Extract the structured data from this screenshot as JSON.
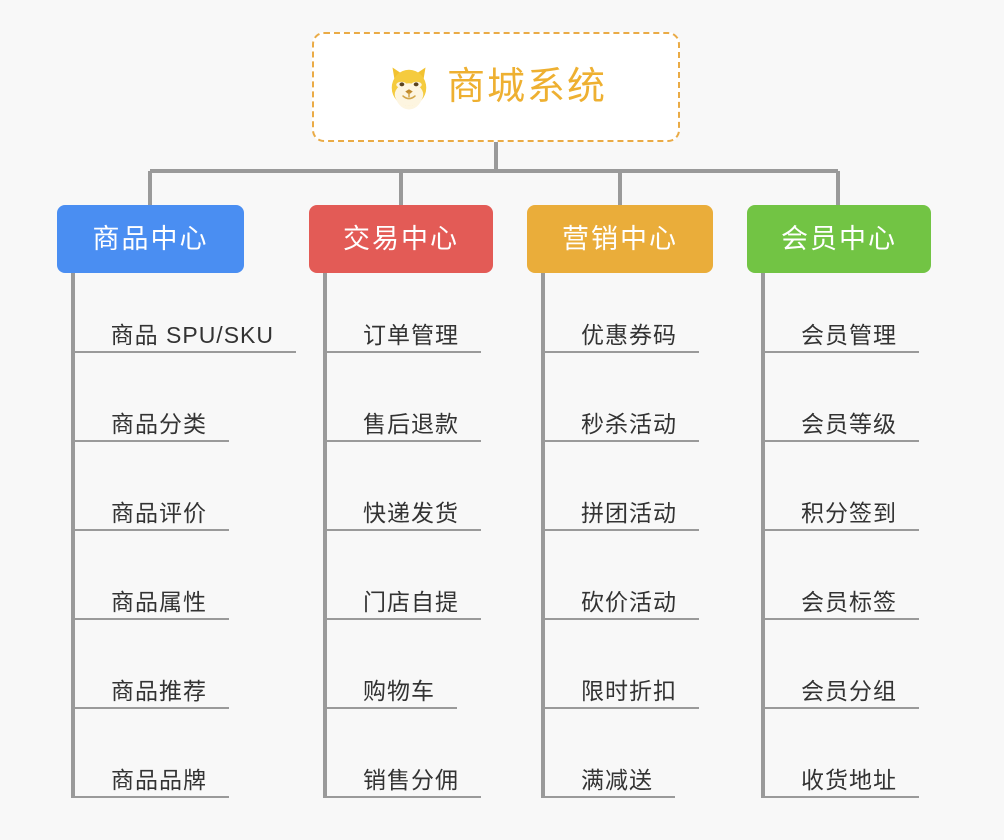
{
  "page": {
    "background": "#f8f8f8",
    "line_color": "#9a9a9a"
  },
  "root": {
    "title": "商城系统",
    "icon": "shiba-dog-icon",
    "border_color": "#eaab46",
    "text_color": "#eeb031",
    "background": "#ffffff"
  },
  "categories": [
    {
      "label": "商品中心",
      "color": "#4a8ef2",
      "items": [
        "商品 SPU/SKU",
        "商品分类",
        "商品评价",
        "商品属性",
        "商品推荐",
        "商品品牌"
      ]
    },
    {
      "label": "交易中心",
      "color": "#e35b56",
      "items": [
        "订单管理",
        "售后退款",
        "快递发货",
        "门店自提",
        "购物车",
        "销售分佣"
      ]
    },
    {
      "label": "营销中心",
      "color": "#eaad3a",
      "items": [
        "优惠券码",
        "秒杀活动",
        "拼团活动",
        "砍价活动",
        "限时折扣",
        "满减送"
      ]
    },
    {
      "label": "会员中心",
      "color": "#72c444",
      "items": [
        "会员管理",
        "会员等级",
        "积分签到",
        "会员标签",
        "会员分组",
        "收货地址"
      ]
    }
  ]
}
